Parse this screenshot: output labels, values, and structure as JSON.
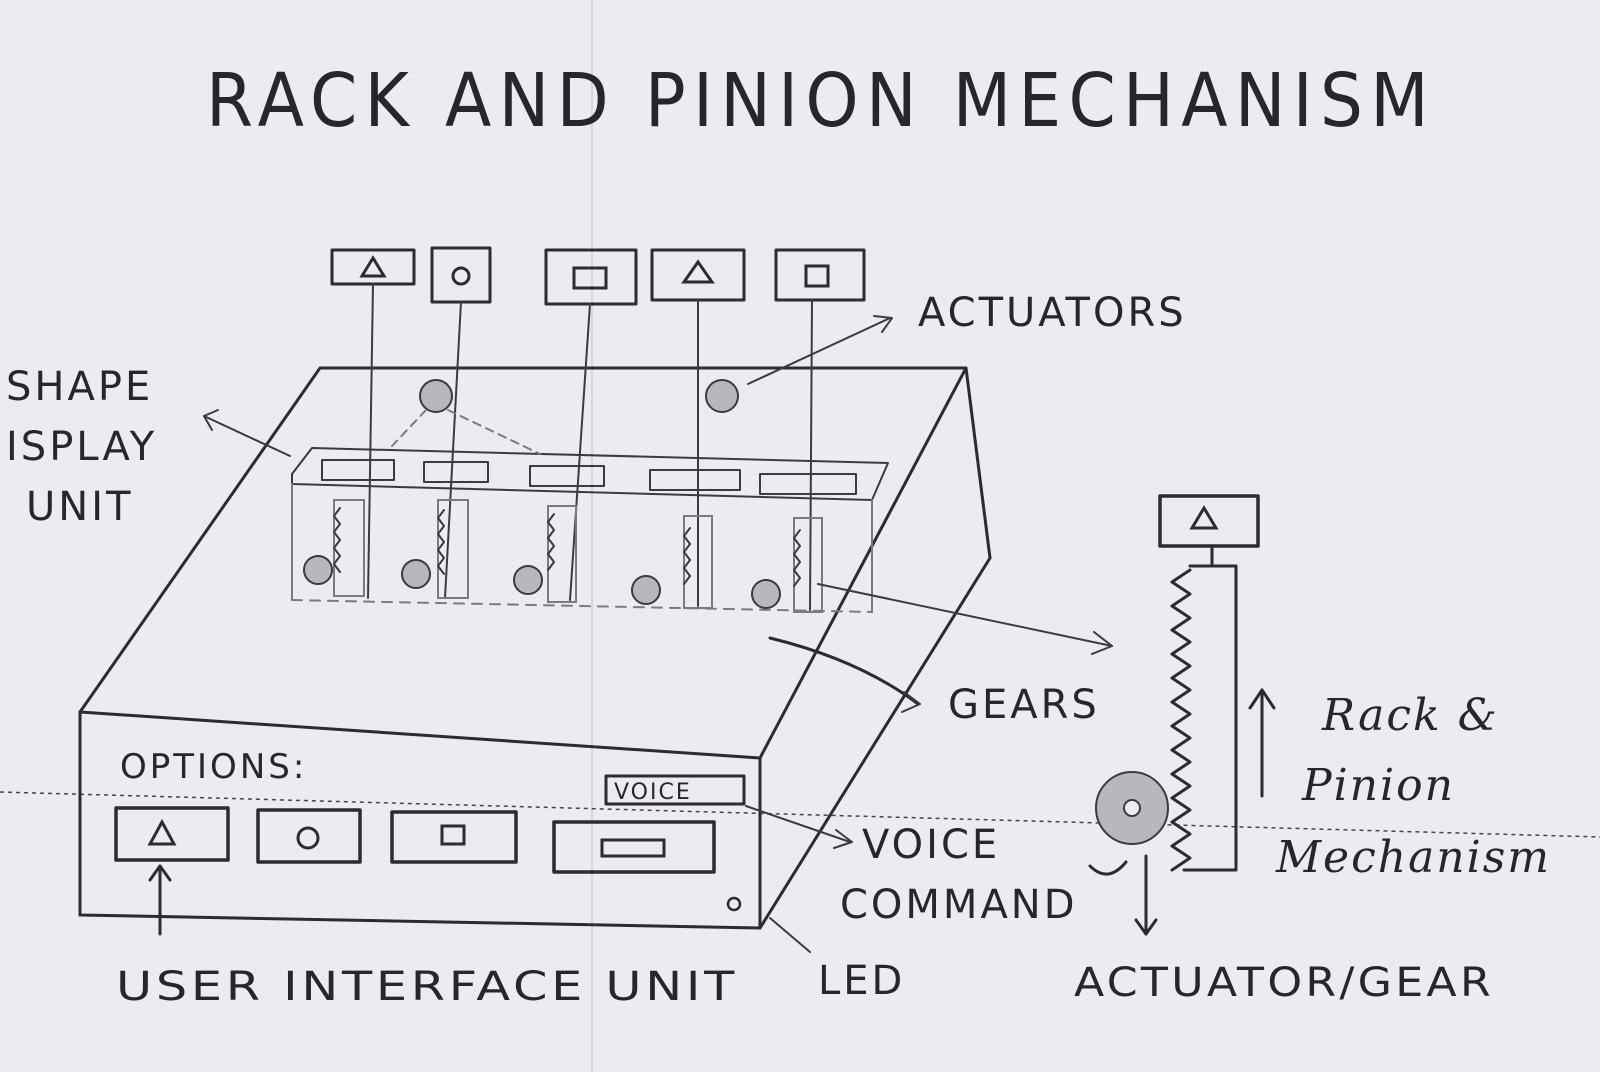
{
  "title": "RACK AND PINION MECHANISM",
  "labels": {
    "shape_display_unit": [
      "SHAPE",
      "ISPLAY",
      "UNIT"
    ],
    "actuators": "ACTUATORS",
    "gears": "GEARS",
    "options": "OPTIONS:",
    "voice_button": "VOICE",
    "voice_command": [
      "VOICE",
      "COMMAND"
    ],
    "led": "LED",
    "user_interface_unit": "USER INTERFACE UNIT",
    "rack_pinion_mechanism": [
      "Rack &",
      "Pinion",
      "Mechanism"
    ],
    "actuator_gear": "ACTUATOR/GEAR"
  },
  "top_shapes": [
    "triangle-icon",
    "circle-icon",
    "square-icon",
    "triangle-icon",
    "square-icon"
  ],
  "option_buttons": [
    "triangle-icon",
    "circle-icon",
    "square-icon",
    "rectangle-icon"
  ],
  "detail_shape": "triangle-icon"
}
